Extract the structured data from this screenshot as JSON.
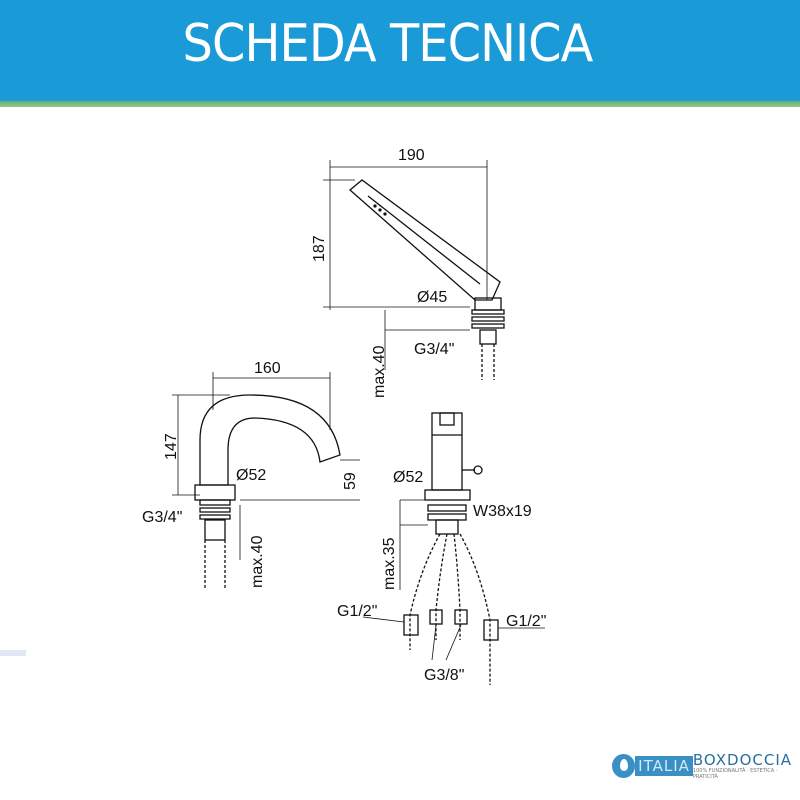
{
  "header": {
    "title": "SCHEDA TECNICA",
    "color": "#1a9ad6"
  },
  "drawing": {
    "hand_shower": {
      "width": "190",
      "height": "187",
      "diameter": "Ø45",
      "thread": "G3/4\"",
      "max_depth": "max.40"
    },
    "spout": {
      "width": "160",
      "height": "147",
      "diameter": "Ø52",
      "base_height": "59",
      "thread": "G3/4\"",
      "max_depth": "max.40"
    },
    "mixer": {
      "diameter": "Ø52",
      "nut": "W38x19",
      "max_depth": "max.35",
      "thread_left": "G1/2\"",
      "thread_right": "G1/2\"",
      "thread_inner": "G3/8\""
    }
  },
  "logo": {
    "part1": "ITALIA",
    "part2": "BOXDOCCIA",
    "tagline": "100% FUNZIONALITÀ · ESTETICA · PRATICITÀ"
  }
}
